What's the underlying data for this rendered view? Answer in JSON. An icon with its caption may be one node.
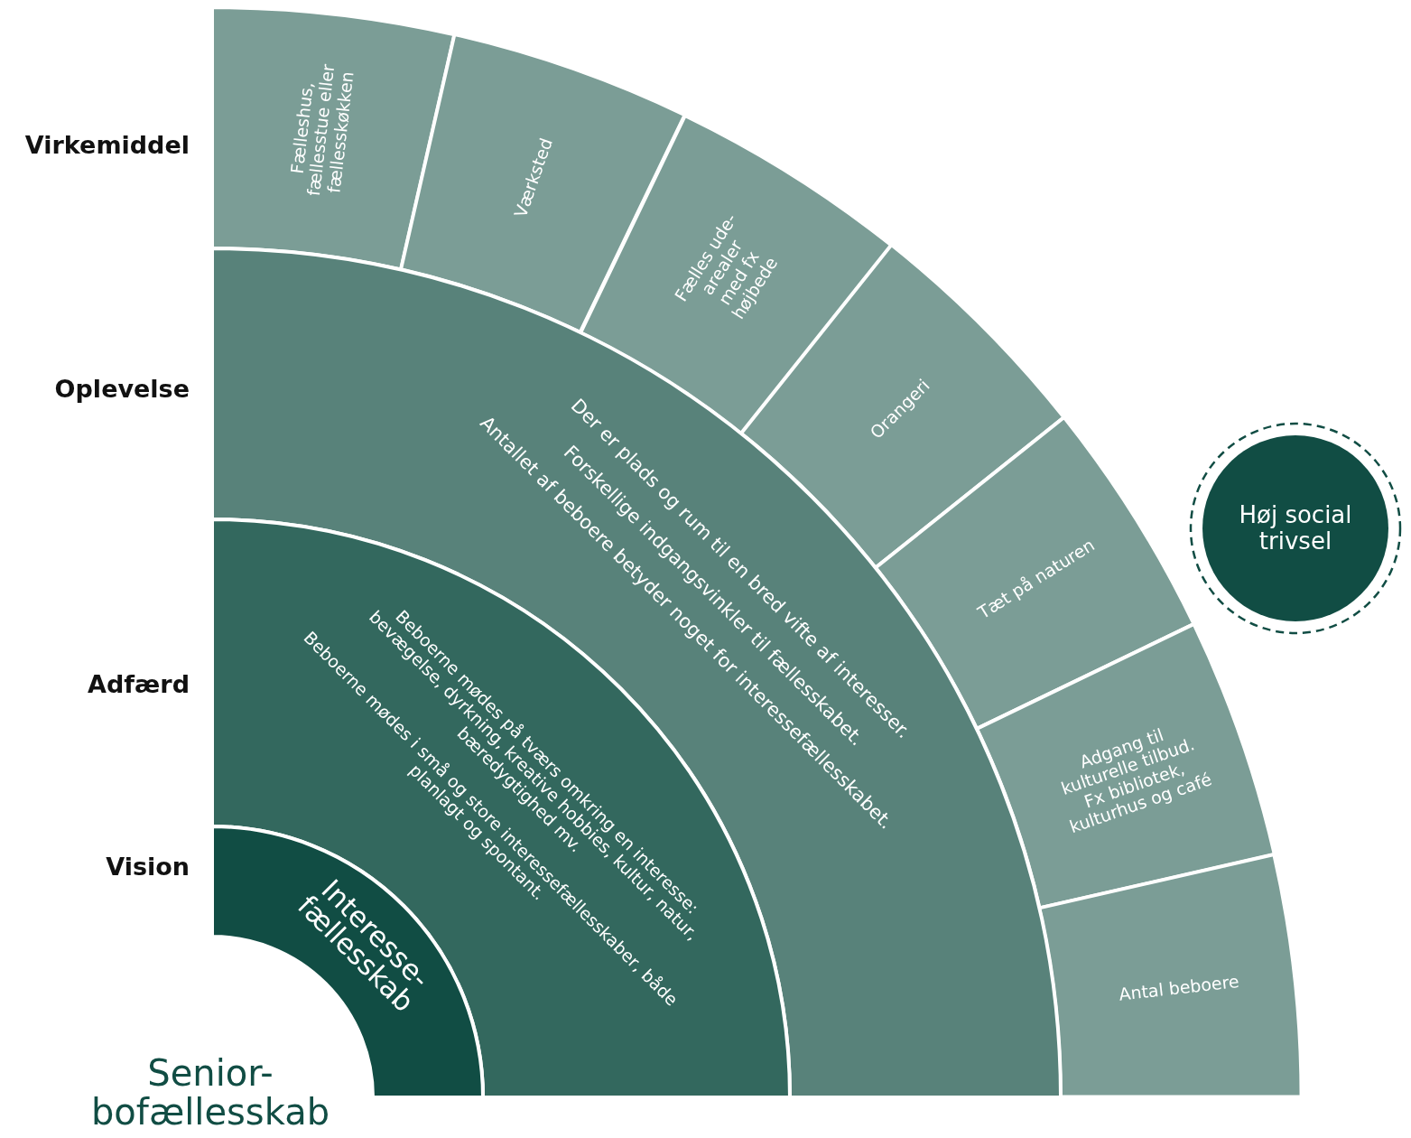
{
  "diagram": {
    "nodes": [
      {
        "text": [
          "Fælleshus, fællesstue eller fællesskøkken"
        ]
      },
      {
        "text": [
          "Værksted"
        ]
      },
      {
        "text": [
          "Fælles ude- arealer med fx højbede"
        ]
      },
      {
        "text": [
          "Orangeri"
        ]
      },
      {
        "text": [
          "Tæt på naturen"
        ]
      },
      {
        "text": [
          "Adgang til kulturelle tilbud. Fx bibliotek, kulturhus og café"
        ]
      },
      {
        "text": [
          "Antal beboere"
        ]
      },
      {
        "text": [
          "Der er plads og rum til en bred vifte af interesser.",
          "Forskellige indgangsvinkler til fællesskabet.",
          "Antallet af beboere betyder noget for interessefællesskabet."
        ]
      },
      {
        "text": [
          "Beboerne mødes på tværs omkring en interesse: bevægelse, dyrkning, kreative hobbies, kultur, natur, bæredygtighed mv.",
          "Beboerne mødes i små og store interessefællesskaber, både planlagt og spontant."
        ]
      },
      {
        "text": [
          "Interesse- fællesskab"
        ]
      },
      {
        "text": [
          "Høj social trivsel"
        ]
      }
    ],
    "labels": [
      "Virkemiddel",
      "Oplevelse",
      "Adfærd",
      "Vision",
      "Senior- bofællesskab"
    ]
  }
}
